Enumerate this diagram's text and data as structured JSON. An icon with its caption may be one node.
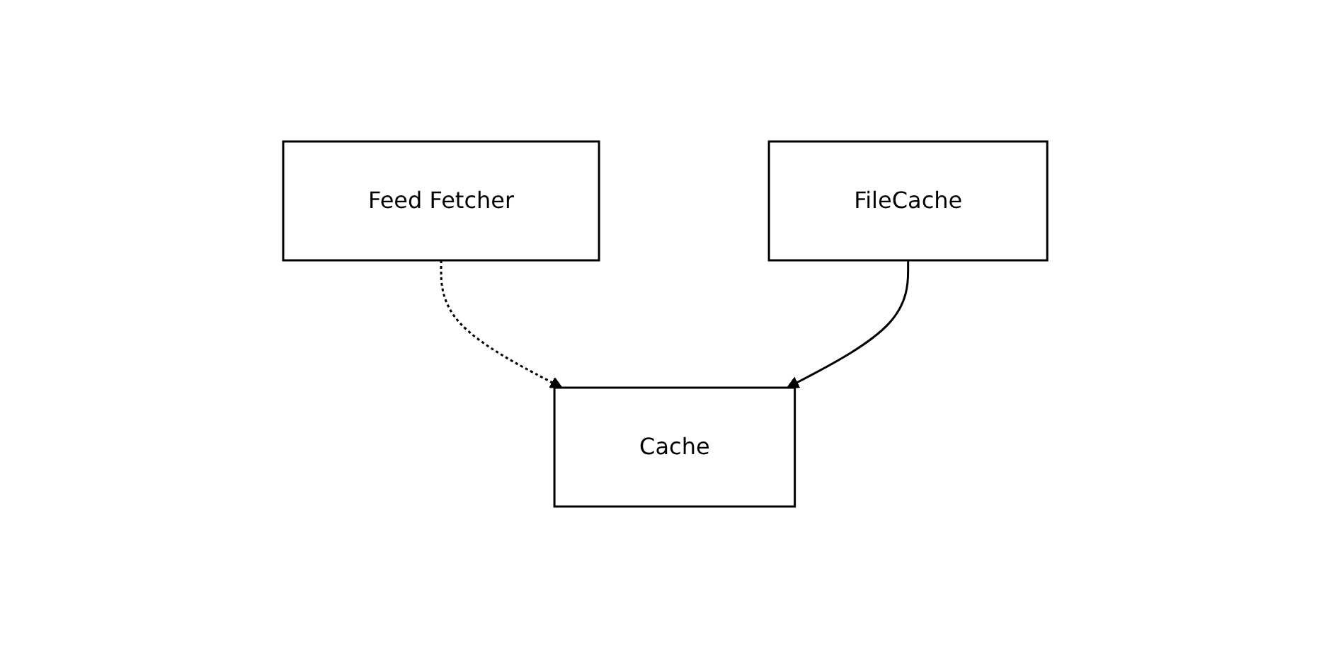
{
  "diagram": {
    "nodes": [
      {
        "text": [
          "Feed Fetcher"
        ]
      },
      {
        "text": [
          "FileCache"
        ]
      },
      {
        "text": [
          "Cache"
        ]
      }
    ],
    "edges": [
      {
        "from": 0,
        "to": 2,
        "arrow": "to",
        "style": "dashed"
      },
      {
        "from": 1,
        "to": 2,
        "arrow": "to"
      }
    ]
  }
}
